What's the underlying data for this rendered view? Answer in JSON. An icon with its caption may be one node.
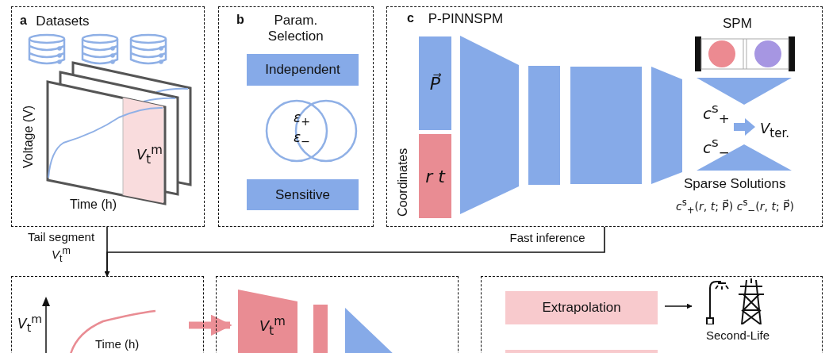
{
  "diagram": {
    "nodes": [
      {
        "text": [
          "a",
          "Datasets"
        ]
      },
      {
        "text": [
          "b",
          "Param. Selection"
        ]
      },
      {
        "text": [
          "Independent"
        ],
        "in": 1
      },
      {
        "text": [
          "Sensitive"
        ],
        "in": 1
      },
      {
        "text": [
          "c",
          "P-PINNSPM"
        ]
      },
      {
        "text": [
          "P⃗"
        ],
        "in": 4
      },
      {
        "text": [
          "*r* *t*"
        ],
        "in": 4
      },
      {
        "text": [],
        "shape": "box"
      },
      {
        "text": [],
        "shape": "box"
      },
      {
        "text": [],
        "shape": "box"
      },
      {
        "text": [
          "Extrapolation"
        ],
        "in": 9
      },
      {
        "text": [],
        "shape": "picture",
        "in": 9,
        "beside": [
          "Second-Life"
        ]
      },
      {
        "text": [],
        "shape": "box",
        "in": 9
      }
    ],
    "edges": [
      {
        "from": 0,
        "to": 7,
        "arrow": "to",
        "label": "Tail segment *V*$_{t}$$^{m}$"
      },
      {
        "from": 4,
        "to": 7,
        "arrow": "to",
        "label": "Fast inference"
      },
      {
        "from": 7,
        "to": 8,
        "arrow": "to",
        "style": "thick",
        "color": "#eb8f96"
      },
      {
        "from": 10,
        "to": 11,
        "arrow": "to"
      }
    ],
    "labels": [
      "Voltage (V)",
      "Time (h)",
      "*V*$_{t}$$^{m}$",
      "*ε*$_{+}$",
      "*ε*$_{−}$",
      "Coordinates",
      "SPM",
      "*c*$^{s}$$_{+}$",
      "*V*$_{ter.}$",
      "*c*$^{s}$$_{−}$",
      "Sparse Solutions",
      "*c*$^{s}$$_{+}$(*r*, *t*; P⃗) *c*$^{s}$$_{−}$(*r*, *t*; P⃗)",
      "*V*$_{t}$$^{m}$",
      "Time (h)",
      "*V*$_{t}$$^{m}$"
    ]
  }
}
